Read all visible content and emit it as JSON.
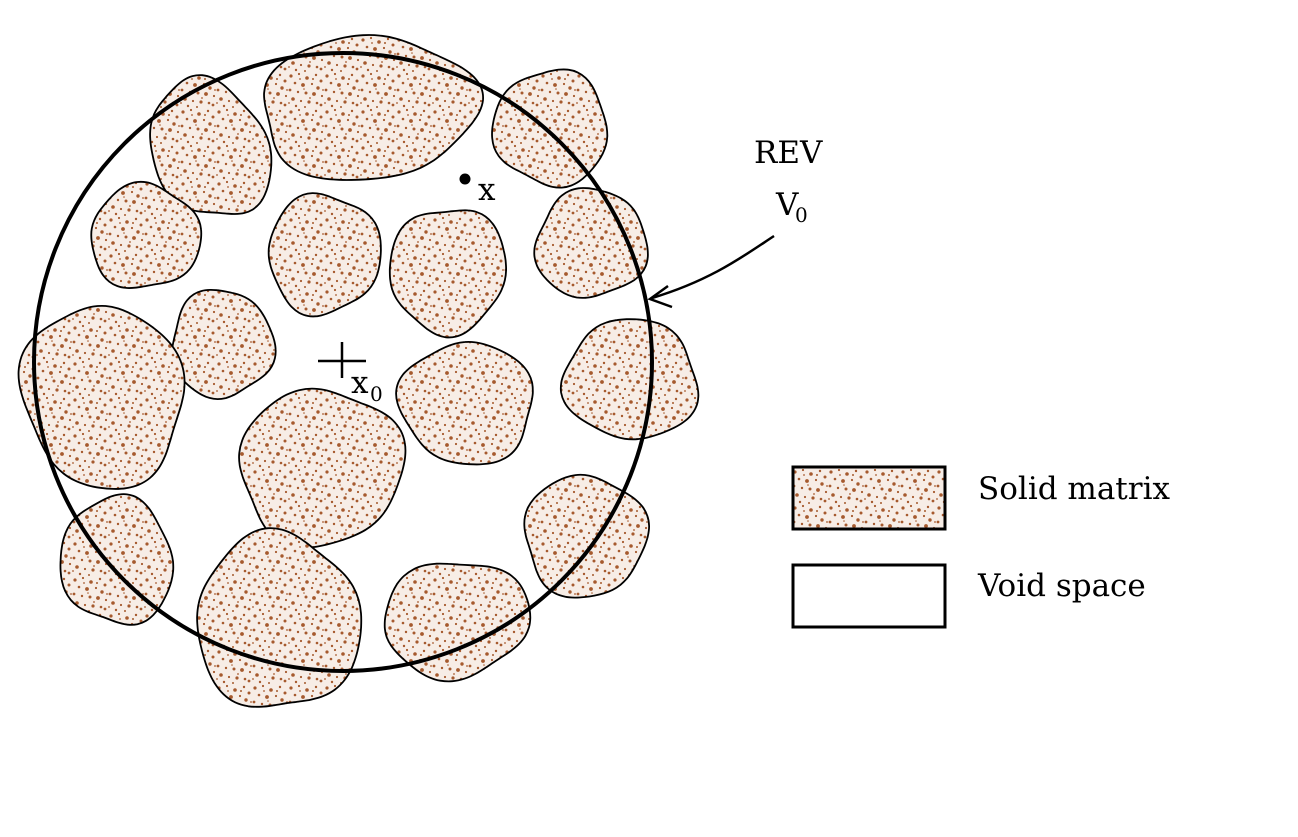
{
  "labels": {
    "rev": "REV",
    "v0_main": "V",
    "v0_sub": "0",
    "x_point": "x",
    "x0_main": "x",
    "x0_sub": "0"
  },
  "legend": {
    "solid_label": "Solid matrix",
    "void_label": "Void space"
  },
  "colors": {
    "grain_speckle": "#a65a2e",
    "grain_fill": "#f7ede6",
    "outline": "#000000",
    "background": "#ffffff"
  }
}
